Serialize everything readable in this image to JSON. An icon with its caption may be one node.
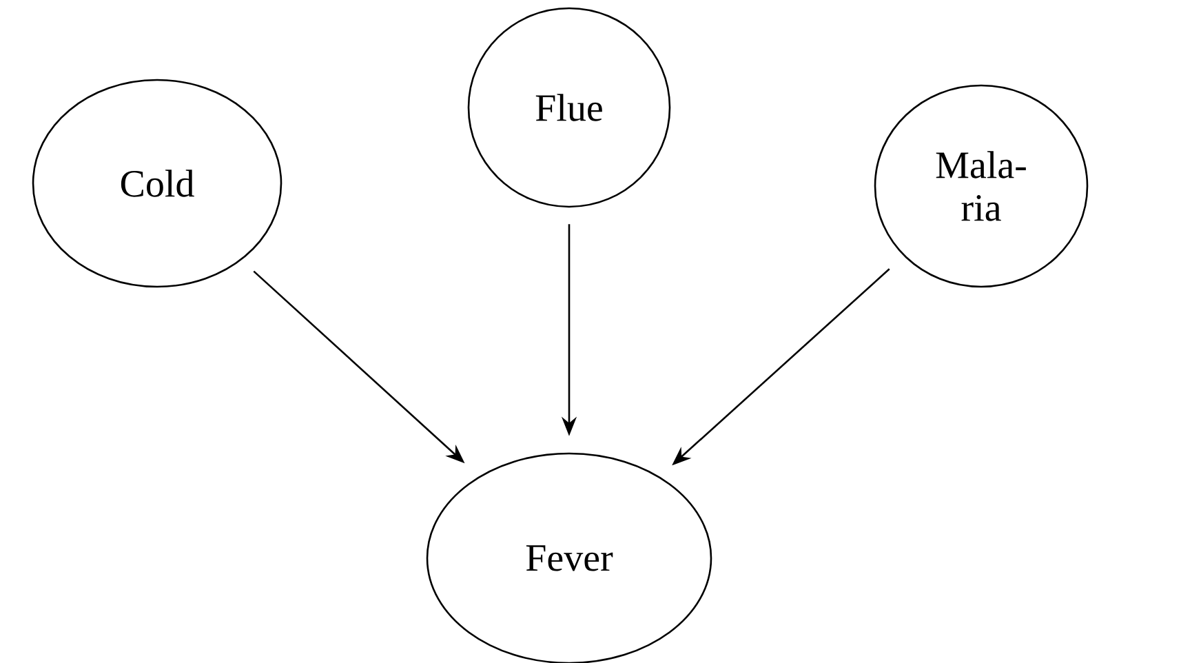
{
  "diagram": {
    "nodes": [
      {
        "text": [
          "Cold"
        ]
      },
      {
        "text": [
          "Flue"
        ]
      },
      {
        "text": [
          "Mala- ria"
        ]
      },
      {
        "text": [
          "Fever"
        ]
      }
    ],
    "edges": [
      {
        "from": 0,
        "to": 3,
        "arrow": "to"
      },
      {
        "from": 1,
        "to": 3,
        "arrow": "to"
      },
      {
        "from": 2,
        "to": 3,
        "arrow": "to"
      }
    ]
  }
}
